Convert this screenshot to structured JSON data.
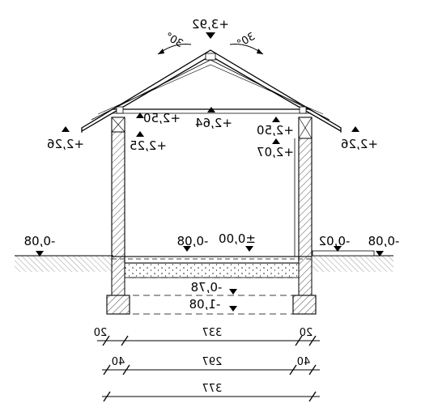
{
  "roof": {
    "ridge_level": "+3,92",
    "pitch_left": "30°",
    "pitch_right": "30°"
  },
  "levels": {
    "eave_left": "+2,26",
    "eave_right": "+2,26",
    "beam_left_top": "+2,50",
    "beam_left_bottom": "+2,25",
    "ceiling": "+2,64",
    "beam_right_top": "+2,50",
    "beam_right_bottom": "+2,07",
    "ground_left": "-0,08",
    "floor_zero": "±0,00",
    "floor_inner_ground": "-0,08",
    "terrace_right": "-0,02",
    "ground_right": "-0,08",
    "foundation_top": "-0,78",
    "foundation_bottom": "-1,08"
  },
  "dimensions": {
    "row1": {
      "left": "20",
      "middle": "337",
      "right": "20"
    },
    "row2": {
      "left": "40",
      "middle": "297",
      "right": "40"
    },
    "row3": {
      "total": "377"
    }
  }
}
